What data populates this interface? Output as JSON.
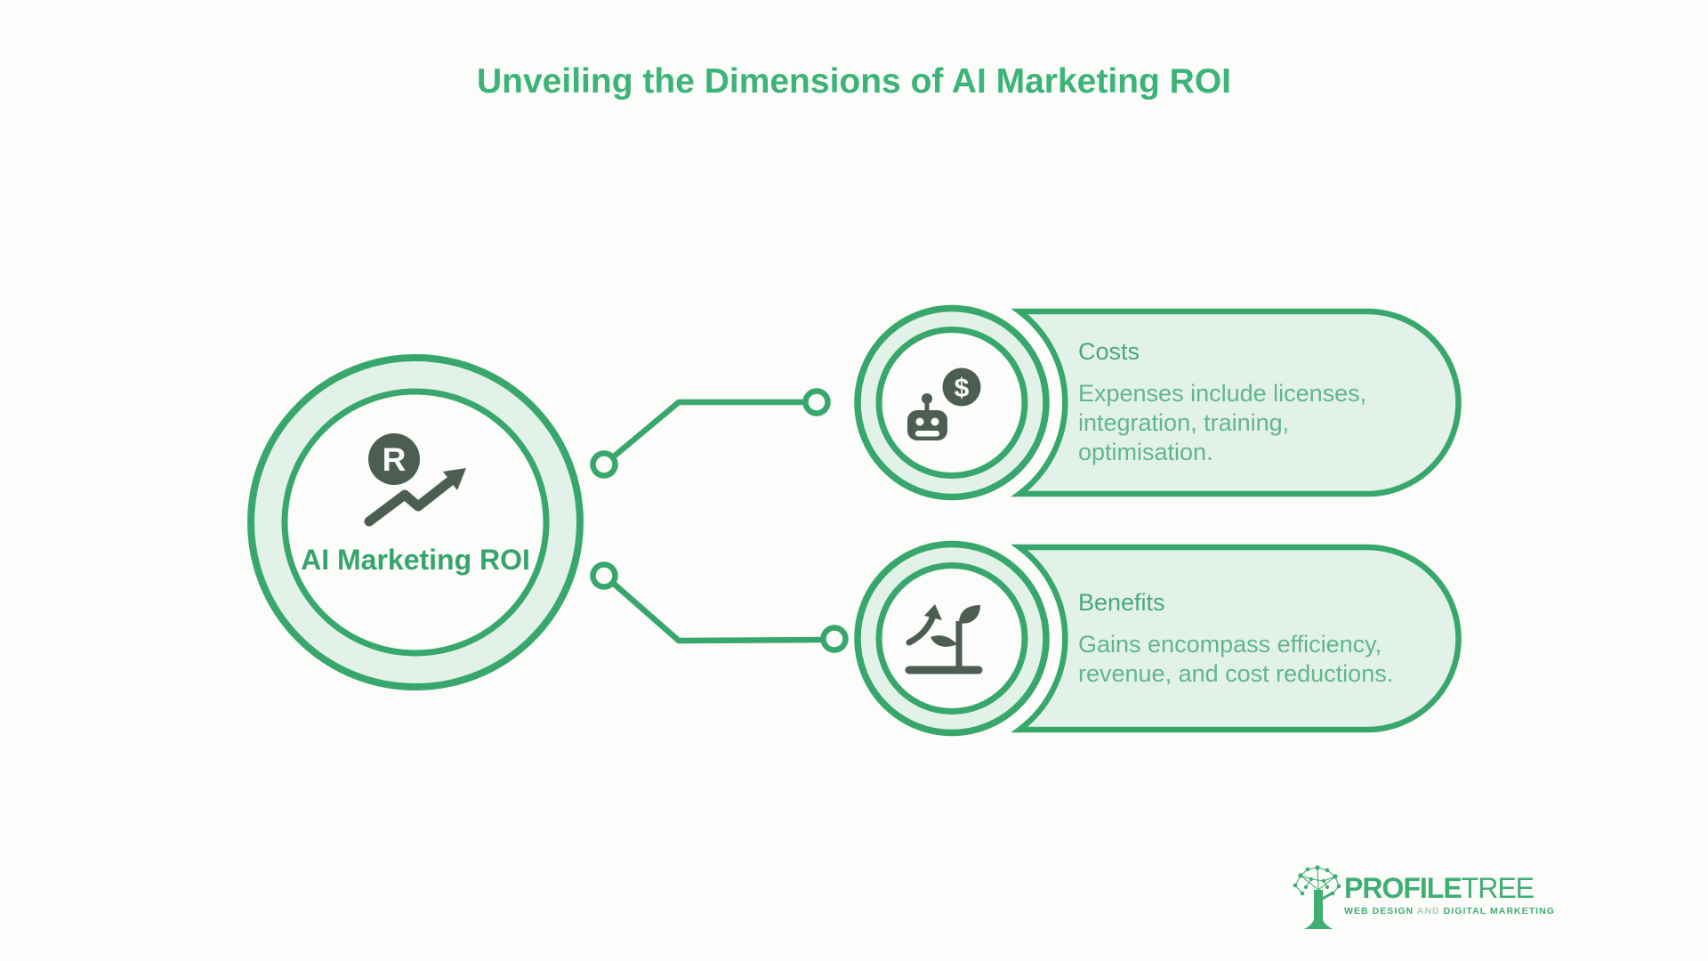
{
  "title": "Unveiling the Dimensions of AI Marketing ROI",
  "center": {
    "label": "AI Marketing ROI",
    "badge_letter": "R"
  },
  "branches": [
    {
      "title": "Costs",
      "description": "Expenses include licenses,\nintegration, training,\noptimisation.",
      "icon": "robot-dollar-icon",
      "currency_symbol": "$"
    },
    {
      "title": "Benefits",
      "description": "Gains encompass efficiency,\nrevenue, and cost reductions.",
      "icon": "growth-sprout-icon"
    }
  ],
  "logo": {
    "brand_primary": "PROFILE",
    "brand_secondary": "TREE",
    "tagline_left": "WEB DESIGN",
    "tagline_conjunction": "AND",
    "tagline_right": "DIGITAL MARKETING"
  },
  "colors": {
    "accent_green": "#38a76c",
    "fill_green": "#e3f2e9",
    "title_green": "#3cb377",
    "heading_green": "#4aa87c",
    "body_green": "#61b68c",
    "icon_dark": "#4c5e54",
    "logo_green": "#3fae72",
    "background": "#fcfcfa"
  }
}
